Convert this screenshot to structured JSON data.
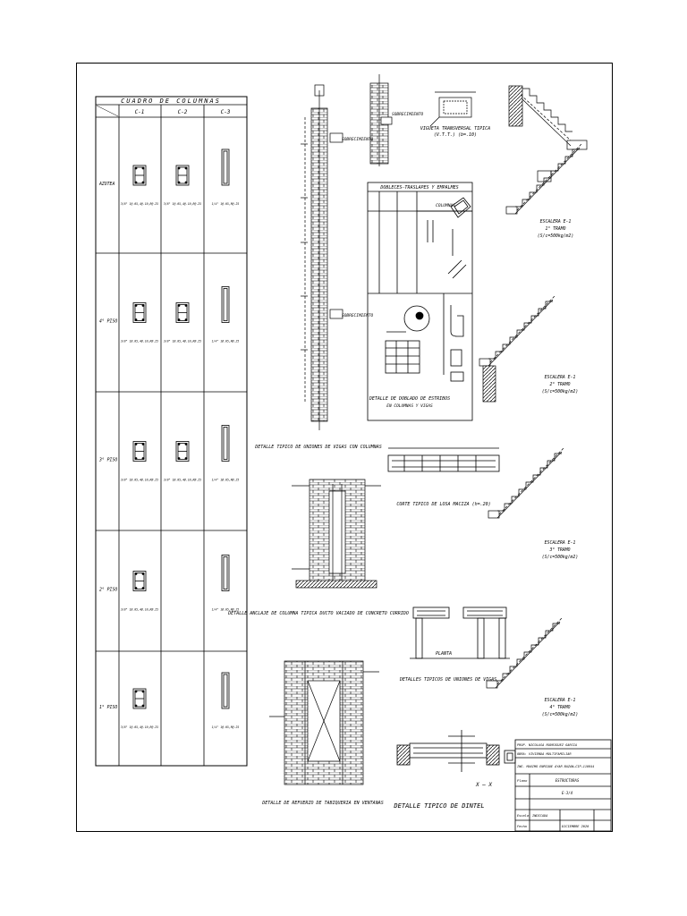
{
  "column_table": {
    "title": "CUADRO DE COLUMNAS",
    "headers": [
      "C-1",
      "C-2",
      "C-3"
    ],
    "rows": [
      {
        "level": "AZOTEA",
        "cells": [
          "3/8\" 1@.05,4@.10,R@.25",
          "3/8\" 1@.05,4@.10,R@.25",
          "1/4\" 1@.05,R@.25"
        ],
        "has_c2": true
      },
      {
        "level": "4° PISO",
        "cells": [
          "3/8\" 1@.05,4@.10,R@.25",
          "3/8\" 1@.05,4@.10,R@.25",
          "1/4\" 1@.05,R@.25"
        ],
        "has_c2": true
      },
      {
        "level": "3° PISO",
        "cells": [
          "3/8\" 1@.05,4@.10,R@.25",
          "3/8\" 1@.05,4@.10,R@.25",
          "1/4\" 1@.05,R@.25"
        ],
        "has_c2": true
      },
      {
        "level": "2° PISO",
        "cells": [
          "3/8\" 1@.05,4@.10,R@.25",
          "",
          "1/4\" 1@.05,R@.25"
        ],
        "has_c2": false
      },
      {
        "level": "1° PISO",
        "cells": [
          "3/8\" 1@.05,4@.10,R@.25",
          "",
          "1/4\" 1@.05,R@.25"
        ],
        "has_c2": false
      }
    ]
  },
  "labels": {
    "sobrecimiento": "SOBRECIMIENTO",
    "viga_transversal": "VIGUETA TRANSVERSAL TIPICA",
    "viga_transversal_sub": "(V.T.T.) (b=.10)",
    "dobleces_title": "DOBLECES—TRASLAPES Y EMPALMES",
    "dobleces_col": "COLUMNAS",
    "ganchos_title": "DETALLE DE DOBLADO DE ESTRIBOS",
    "ganchos_sub": "EN COLUMNAS Y VIGAS",
    "uniones_vigas_col": "DETALLE TIPICO DE UNIONES DE VIGAS CON COLUMNAS",
    "losa_maciza": "CORTE TIPICO DE LOSA MACIZA (h=.20)",
    "anclaje_columna": "DETALLE ANCLAJE DE COLUMNA TIPICA DUCTO VACIADO DE CONCRETO CORRIDO",
    "uniones_vigas": "DETALLES TIPICOS DE UNIONES DE VIGAS",
    "planta": "PLANTA",
    "refuerzo_tabiqueria": "DETALLE DE REFUERZO DE TABIQUERIA EN VENTANAS",
    "dintel": "DETALLE TIPICO DE DINTEL",
    "dintel_section": "X — X",
    "stairs": [
      {
        "name": "ESCALERA E-1",
        "tramo": "1° TRAMO",
        "load": "(S/c=500kg/m2)"
      },
      {
        "name": "ESCALERA E-1",
        "tramo": "2° TRAMO",
        "load": "(S/c=500kg/m2)"
      },
      {
        "name": "ESCALERA E-1",
        "tramo": "3° TRAMO",
        "load": "(S/c=500kg/m2)"
      },
      {
        "name": "ESCALERA E-1",
        "tramo": "4° TRAMO",
        "load": "(S/c=500kg/m2)"
      }
    ]
  },
  "title_block": {
    "prop": "PROP. NICOLASA RODRIGUEZ GARCIA",
    "obra": "OBRA: VIVIENDA MULTIFAMILIAR",
    "engineer": "ING. MAXIMO ENRIQUE AYAR BAZAN—CIP—118644",
    "plano_label": "Plano",
    "plano_value": "ESTRUCTURAS",
    "sheet_code": "E-3/4",
    "escala_label": "Escala",
    "escala_value": "INDICADA",
    "fecha_label": "Fecha",
    "fecha_value": "DICIEMBRE 2020"
  }
}
